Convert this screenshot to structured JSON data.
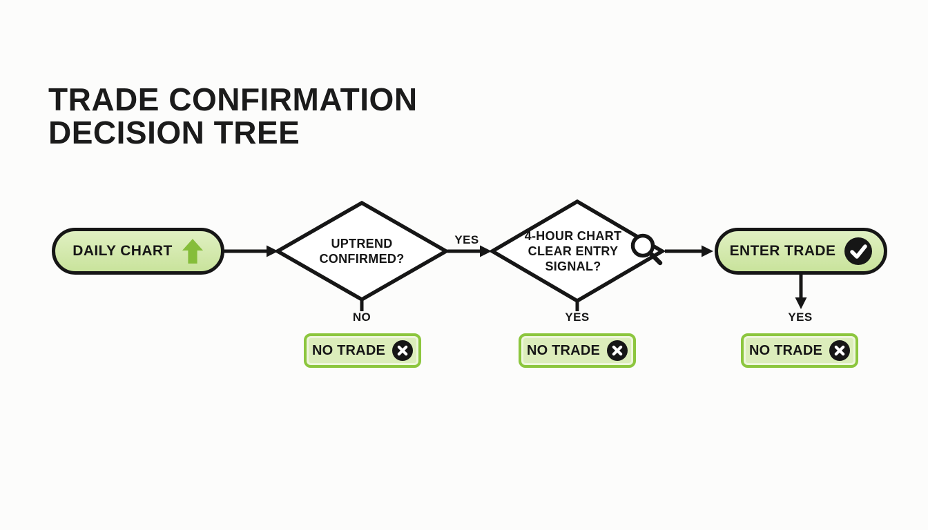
{
  "title_lines": [
    "TRADE CONFIRMATION",
    "DECISION TREE"
  ],
  "flow": {
    "start": {
      "label": "DAILY CHART",
      "icon": "up-arrow-icon"
    },
    "decision1": {
      "lines": [
        "UPTREND",
        "CONFIRMED?"
      ]
    },
    "decision2": {
      "lines": [
        "4-HOUR CHART",
        "CLEAR ENTRY",
        "SIGNAL?"
      ],
      "icon": "magnifier-icon"
    },
    "end": {
      "label": "ENTER TRADE",
      "icon": "check-icon"
    },
    "edge_labels": {
      "yes1": "YES",
      "no1": "NO",
      "yes2": "YES",
      "yes3": "YES"
    },
    "terminals": [
      {
        "label": "NO TRADE",
        "icon": "x-icon"
      },
      {
        "label": "NO TRADE",
        "icon": "x-icon"
      },
      {
        "label": "NO TRADE",
        "icon": "x-icon"
      }
    ]
  },
  "colors": {
    "background": "#fcfcfb",
    "ink": "#161616",
    "pill_fill_top": "#e0f0c2",
    "pill_fill_bottom": "#c9e39c",
    "green_border": "#8cc63e",
    "box_fill": "#dcedbb",
    "box_inner": "#eef6dc",
    "icon_green": "#85bd3a"
  }
}
